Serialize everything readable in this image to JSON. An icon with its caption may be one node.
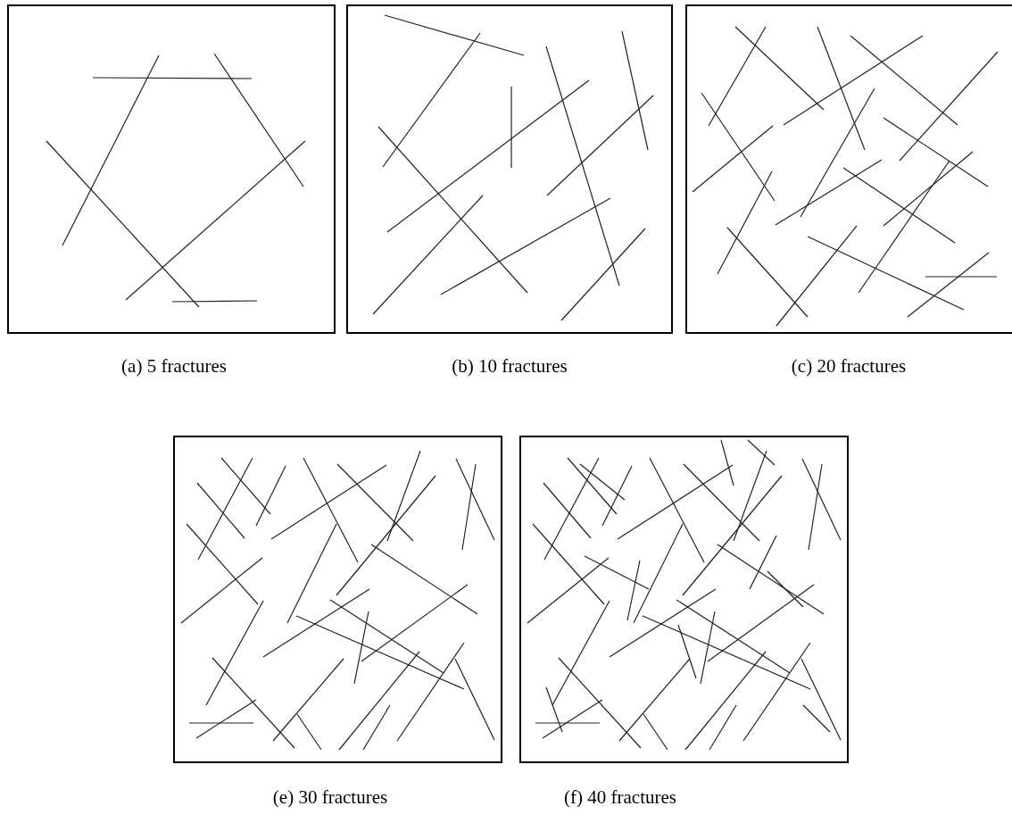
{
  "diagram": {
    "labels": [
      "(a) 5 fractures",
      "(b) 10 fractures",
      "(c) 20 fractures",
      "(e) 30 fractures",
      "(f) 40 fractures"
    ]
  }
}
